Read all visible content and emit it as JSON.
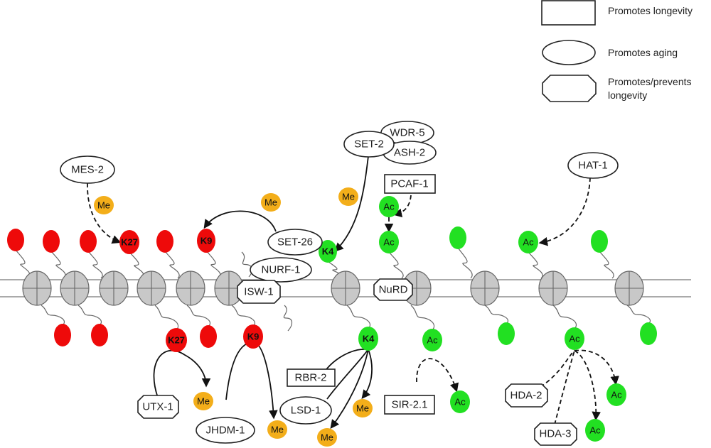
{
  "legend": {
    "longevity": "Promotes longevity",
    "aging": "Promotes aging",
    "both_line1": "Promotes/prevents",
    "both_line2": "longevity"
  },
  "colors": {
    "repressive": "#ee0a0a",
    "active": "#22e022",
    "methyl": "#f3ae1a",
    "nucleosome": "#c8c8c8"
  },
  "enzymes": {
    "mes2": "MES-2",
    "set2": "SET-2",
    "wdr5": "WDR-5",
    "ash2": "ASH-2",
    "pcaf1": "PCAF-1",
    "hat1": "HAT-1",
    "set26": "SET-26",
    "nurf1": "NURF-1",
    "isw1": "ISW-1",
    "nurd": "NuRD",
    "utx1": "UTX-1",
    "jhdm1": "JHDM-1",
    "rbr2": "RBR-2",
    "lsd1": "LSD-1",
    "sir21": "SIR-2.1",
    "hda2": "HDA-2",
    "hda3": "HDA-3"
  },
  "sites": {
    "k27": "K27",
    "k9": "K9",
    "k4": "K4"
  },
  "marks": {
    "me": "Me",
    "ac": "Ac"
  }
}
